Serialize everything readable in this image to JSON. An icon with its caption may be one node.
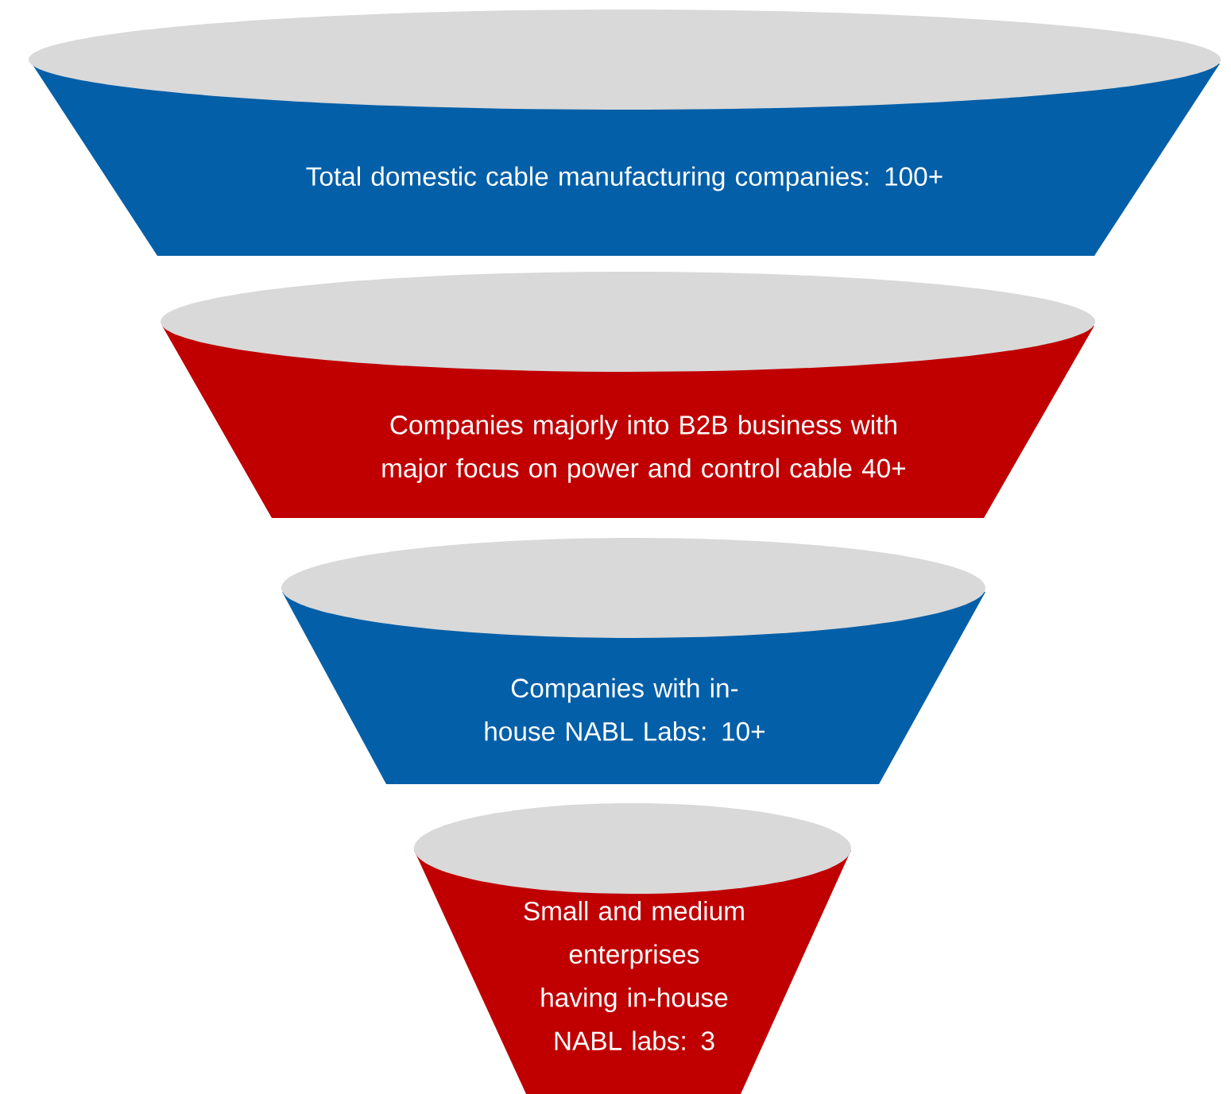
{
  "diagram": {
    "nodes": [
      {
        "text": [
          "Total domestic cable manufacturing companies: 100+"
        ]
      },
      {
        "text": [
          "Companies majorly into B2B business with major focus on power and control cable 40+"
        ]
      },
      {
        "text": [
          "Companies with in-house NABL Labs: 10+"
        ]
      },
      {
        "text": [
          "Small and medium enterprises having in-house NABL labs: 3"
        ]
      }
    ]
  }
}
